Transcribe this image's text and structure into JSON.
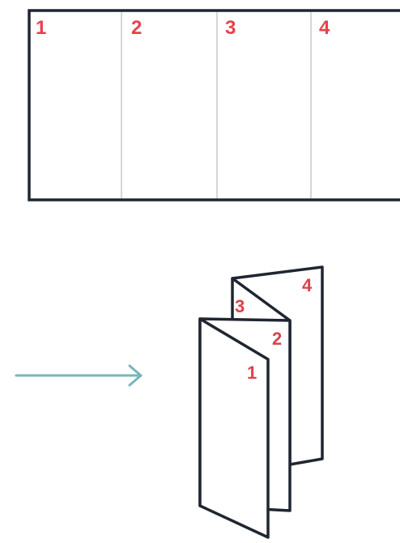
{
  "colors": {
    "outline": "#1f2630",
    "fold_line": "#d6d6d6",
    "number": "#e8424b",
    "number_folded": "#d9434a",
    "arrow": "#78b5bb"
  },
  "flat_sheet": {
    "panels": [
      {
        "number": "1"
      },
      {
        "number": "2"
      },
      {
        "number": "3"
      },
      {
        "number": "4"
      }
    ]
  },
  "folded_sheet": {
    "panels": [
      {
        "number": "1"
      },
      {
        "number": "2"
      },
      {
        "number": "3"
      },
      {
        "number": "4"
      }
    ]
  },
  "arrow": {
    "direction": "right",
    "icon": "arrow-right-icon"
  }
}
